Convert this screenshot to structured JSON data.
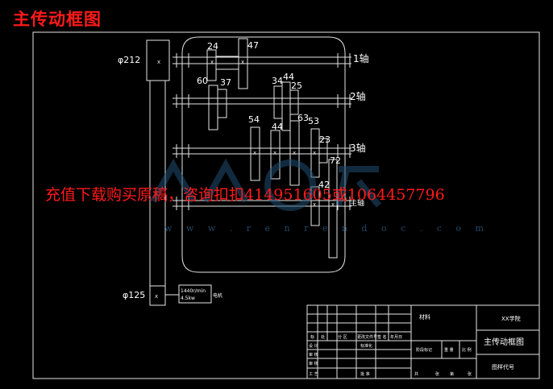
{
  "title": "主传动框图",
  "watermark": {
    "text": "充值下载购买原稿，咨询扣扣414951605或1064457796",
    "url": "w w w . r e n r e n d o c . c o m"
  },
  "gears": {
    "g24": "24",
    "g47": "47",
    "g60": "60",
    "g37": "37",
    "g34": "34",
    "g44a": "44",
    "g25": "25",
    "g54": "54",
    "g44b": "44",
    "g63": "63",
    "g53": "53",
    "g23": "23",
    "g42": "42",
    "g72": "72"
  },
  "shafts": {
    "s1": "1轴",
    "s2": "2轴",
    "s3": "3轴",
    "s4": "主轴"
  },
  "pulleys": {
    "top": "φ212",
    "bottom": "φ125"
  },
  "motor": {
    "line1": "1440r/min",
    "line2": "4.5kw",
    "label": "电机"
  },
  "titleblock": {
    "material": "材料",
    "school": "XX学院",
    "drawing_name": "主传动框图",
    "drawing_code": "图样代号",
    "r1": [
      "标",
      "处",
      "分 区",
      "更改文件号",
      "签 名",
      "年月日"
    ],
    "designer": "设 计",
    "std": "标准化",
    "stage": "阶段标记",
    "weight": "重 量",
    "scale": "比 例",
    "checker": "审 核",
    "craft": "工 艺",
    "approve": "批 准",
    "review": "审 核",
    "sheets": "共",
    "sheet_of": "张",
    "sheet_no": "第",
    "sheet_no2": "张"
  }
}
